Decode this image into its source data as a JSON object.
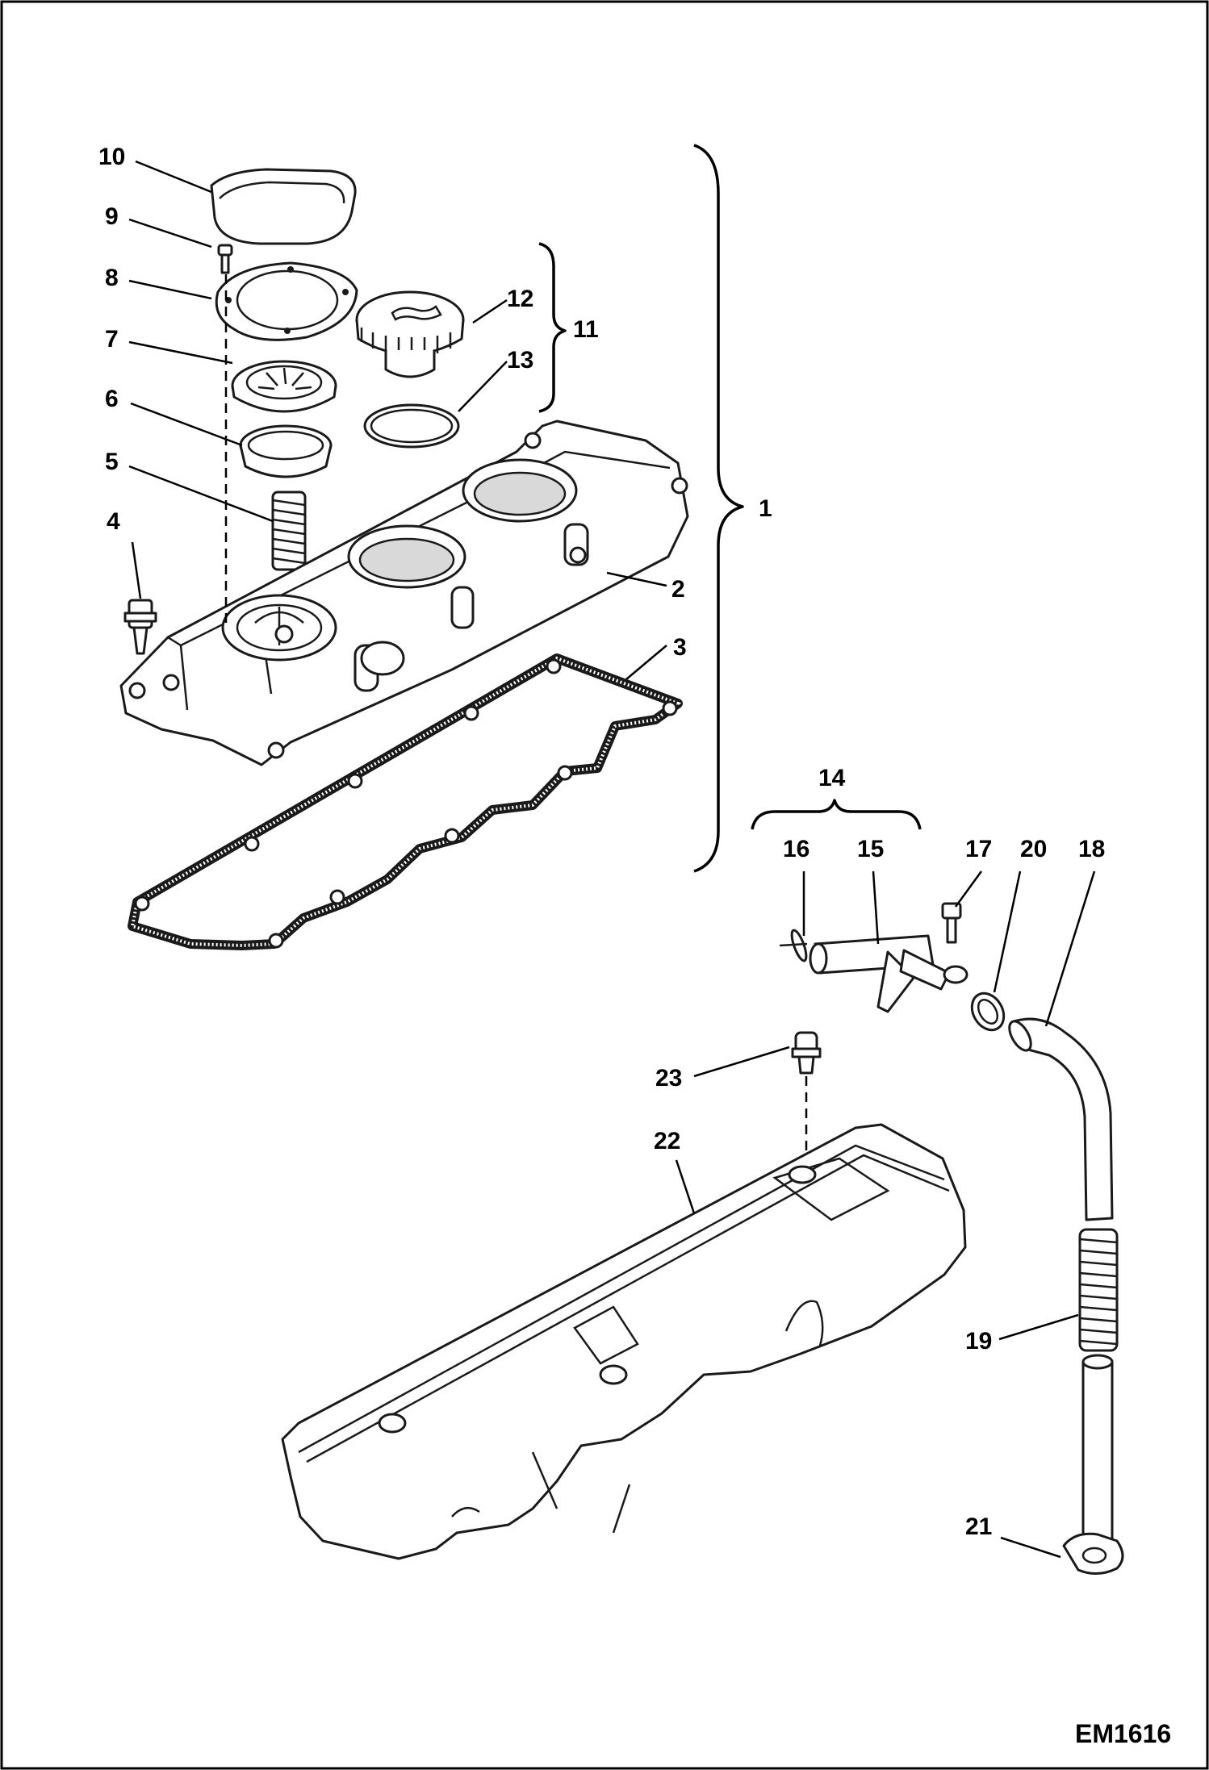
{
  "diagram": {
    "figure_id": "EM1616",
    "callouts": [
      "1",
      "2",
      "3",
      "4",
      "5",
      "6",
      "7",
      "8",
      "9",
      "10",
      "11",
      "12",
      "13",
      "14",
      "15",
      "16",
      "17",
      "18",
      "19",
      "20",
      "21",
      "22",
      "23"
    ]
  },
  "colors": {
    "line": "#1a1a1a",
    "background": "#ffffff",
    "shade": "#d9d9d9"
  }
}
